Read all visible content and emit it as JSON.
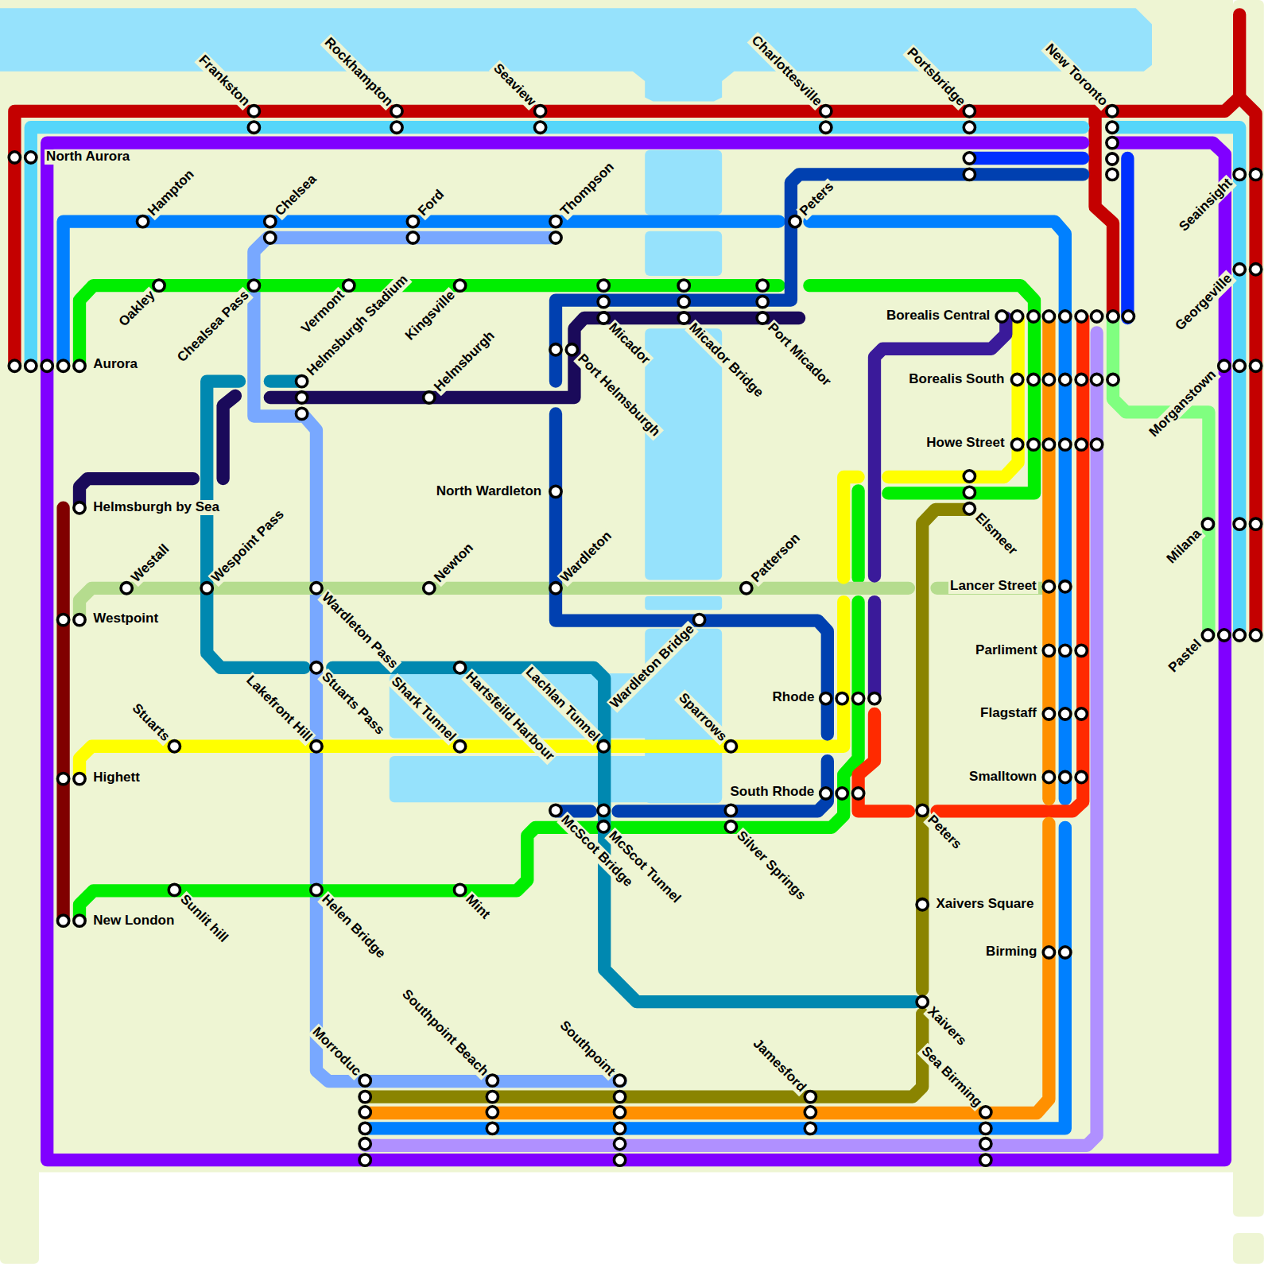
{
  "diagram": {
    "labels": [
      "Frankston",
      "Rockhampton",
      "Seaview",
      "Charlottesville",
      "Portsbridge",
      "New Toronto",
      "North Aurora",
      "Hampton",
      "Chelsea",
      "Ford",
      "Thompson",
      "Peters",
      "Oakley",
      "Chealsea Pass",
      "Vermont",
      "Helmsburgh Stadium",
      "Kingsville",
      "Helmsburgh",
      "Micador",
      "Micador Bridge",
      "Port Micador",
      "Port Helmsburgh",
      "Aurora",
      "Borealis Central",
      "Borealis South",
      "Howe Street",
      "Seainsight",
      "Georgeville",
      "Morganstown",
      "Milana",
      "Pastel",
      "Helmsburgh by Sea",
      "North Wardleton",
      "Elsmeer",
      "Westall",
      "Wespoint Pass",
      "Newton",
      "Wardleton",
      "Patterson",
      "Lancer Street",
      "Westpoint",
      "Wardleton Pass",
      "Lakefront Hill",
      "Stuarts Pass",
      "Shark Tunnel",
      "Hartsfeild Harbour",
      "Lachlan Tunnel",
      "Wardleton Bridge",
      "Sparrows",
      "Stuarts",
      "Parliment",
      "Rhode",
      "Flagstaff",
      "Highett",
      "Smalltown",
      "South Rhode",
      "Peters",
      "McScot Bridge",
      "McScot Tunnel",
      "Silver Springs",
      "Sunlit hill",
      "Helen Bridge",
      "Mint",
      "Xaivers Square",
      "New London",
      "Birming",
      "Xaivers",
      "Southpoint Beach",
      "Southpoint",
      "Morroduc",
      "Jamesford",
      "Sea Birming"
    ]
  }
}
